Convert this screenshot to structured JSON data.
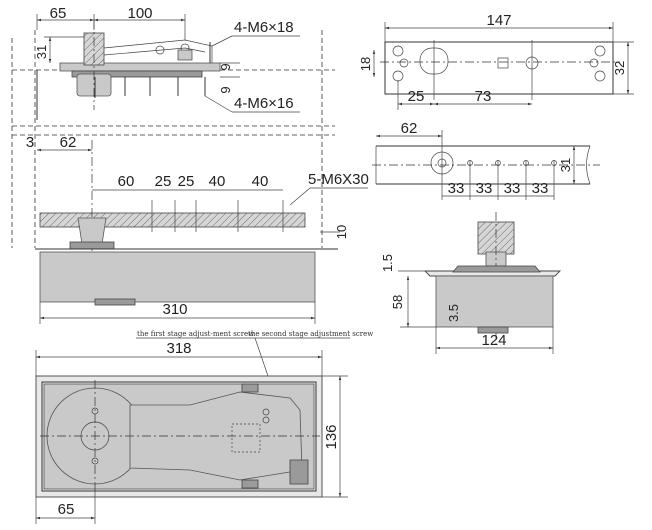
{
  "top_view": {
    "dim_65": "65",
    "dim_100": "100",
    "dim_31": "31",
    "dim_9a": "9",
    "dim_9b": "9",
    "callout_top": "4-M6×18",
    "callout_bottom": "4-M6×16"
  },
  "plate_view": {
    "dim_147": "147",
    "dim_18": "18",
    "dim_32": "32",
    "dim_25": "25",
    "dim_73": "73"
  },
  "arm_view": {
    "dim_62": "62",
    "dim_31": "31",
    "dim_33": [
      "33",
      "33",
      "33",
      "33"
    ]
  },
  "side_view": {
    "dim_3": "3",
    "dim_62": "62",
    "dims_spacing": [
      "60",
      "25",
      "25",
      "40",
      "40"
    ],
    "callout": "5-M6X30",
    "dim_10": "10",
    "dim_310": "310"
  },
  "section_view": {
    "dim_1_5": "1.5",
    "dim_58": "58",
    "dim_3_5": "3.5",
    "dim_124": "124"
  },
  "plan_view": {
    "note_first": "the first stage adjust-ment screw",
    "note_second": "the second stage adjustment screw",
    "dim_318": "318",
    "dim_136": "136",
    "dim_65": "65"
  }
}
